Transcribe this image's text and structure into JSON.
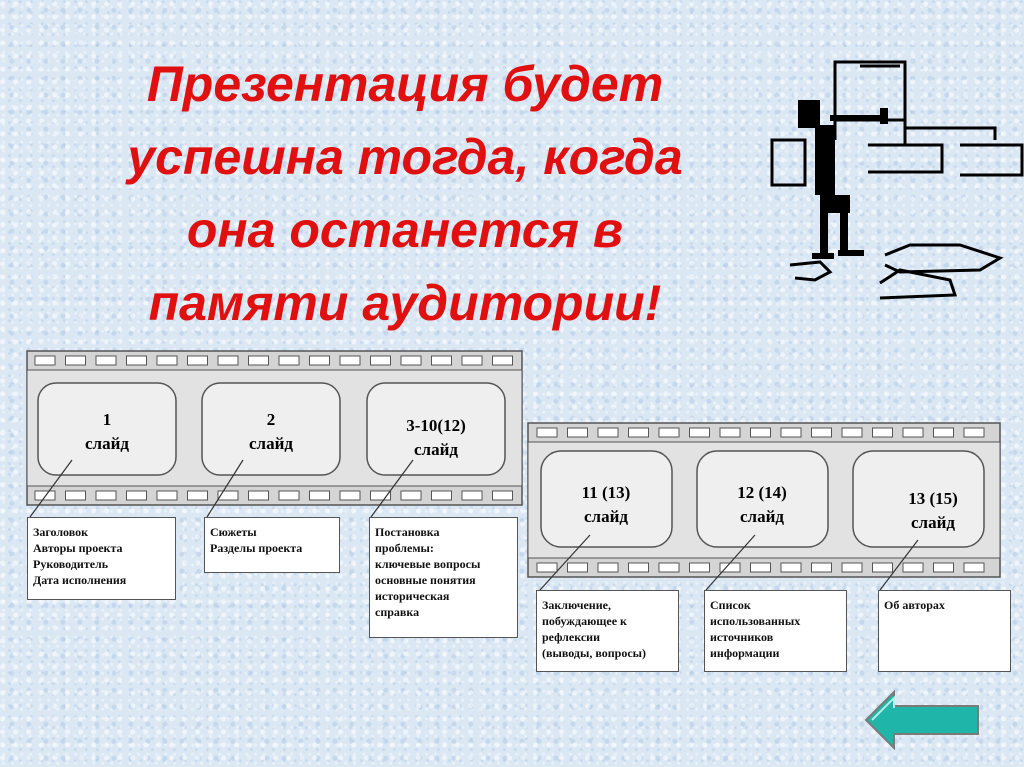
{
  "title": {
    "lines": [
      "Презентация будет",
      "успешна тогда, когда",
      "она останется в",
      "памяти аудитории!"
    ]
  },
  "filmstrip1": {
    "frames": [
      {
        "num": "1",
        "word": "слайд"
      },
      {
        "num": "2",
        "word": "слайд"
      },
      {
        "num": "3-10(12)",
        "word": "слайд"
      }
    ]
  },
  "filmstrip2": {
    "frames": [
      {
        "num": "11 (13)",
        "word": "слайд"
      },
      {
        "num": "12 (14)",
        "word": "слайд"
      },
      {
        "num": "13 (15)",
        "word": "слайд"
      }
    ]
  },
  "notes": {
    "n1": [
      "Заголовок",
      "Авторы проекта",
      "Руководитель",
      "Дата исполнения"
    ],
    "n2": [
      "Сюжеты",
      "Разделы проекта"
    ],
    "n3": [
      "Постановка",
      "проблемы:",
      "ключевые вопросы",
      "основные понятия",
      "историческая",
      "справка"
    ],
    "n4": [
      "Заключение,",
      "побуждающее к",
      "рефлексии",
      "(выводы, вопросы)"
    ],
    "n5": [
      "Список",
      "использованных",
      "источников",
      "информации"
    ],
    "n6": [
      "Об авторах"
    ]
  },
  "colors": {
    "title": "#e01010",
    "film": "#d4d4d4",
    "back_button": "#1fb5a8"
  },
  "icons": {
    "back_button": "left-arrow-icon",
    "clipart": "presenter-clipart"
  }
}
